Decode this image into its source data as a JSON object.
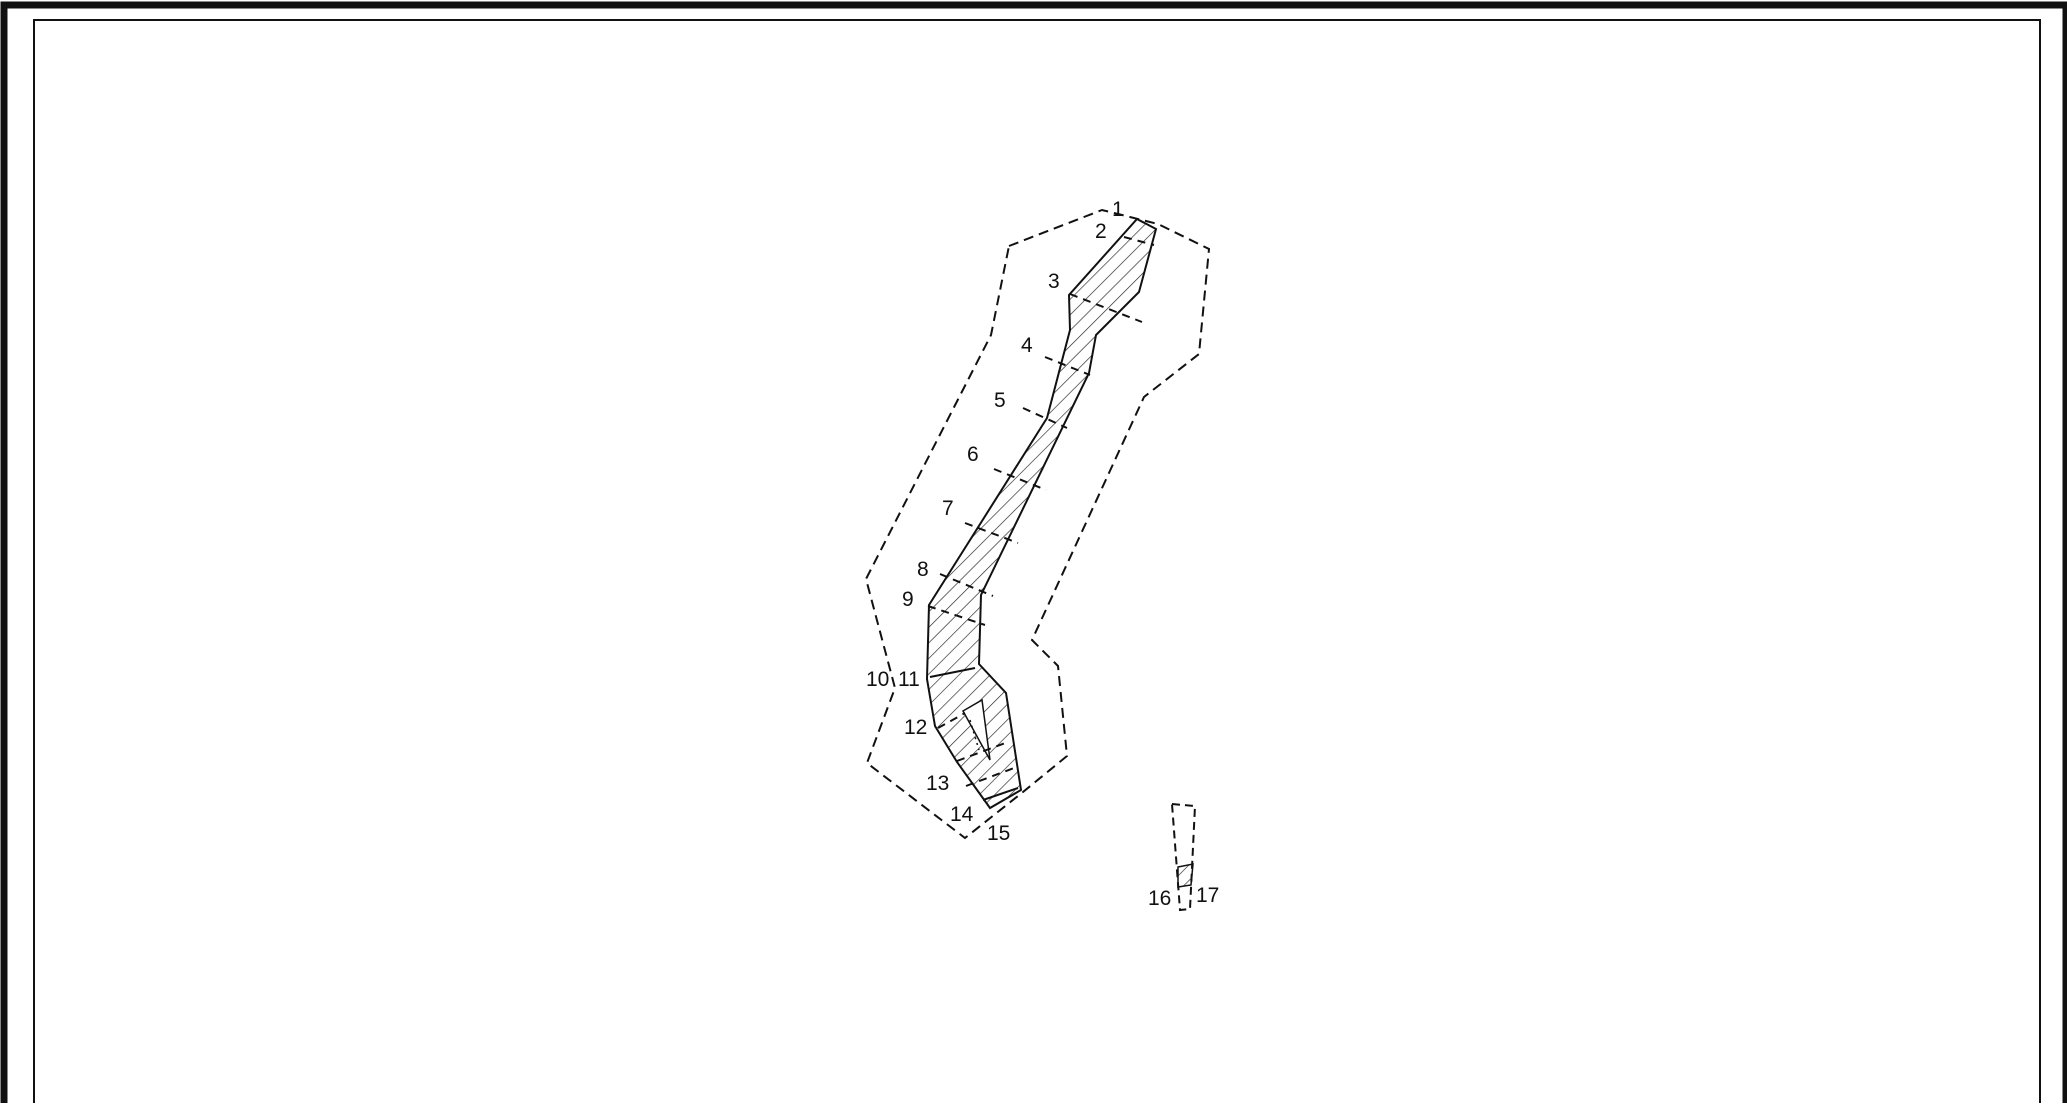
{
  "diagram": {
    "section_labels": [
      "1",
      "2",
      "3",
      "4",
      "5",
      "6",
      "7",
      "8",
      "9",
      "10",
      "11",
      "12",
      "13",
      "14",
      "15",
      "16",
      "17"
    ]
  },
  "colors": {
    "line": "#111111",
    "background": "#ffffff"
  }
}
